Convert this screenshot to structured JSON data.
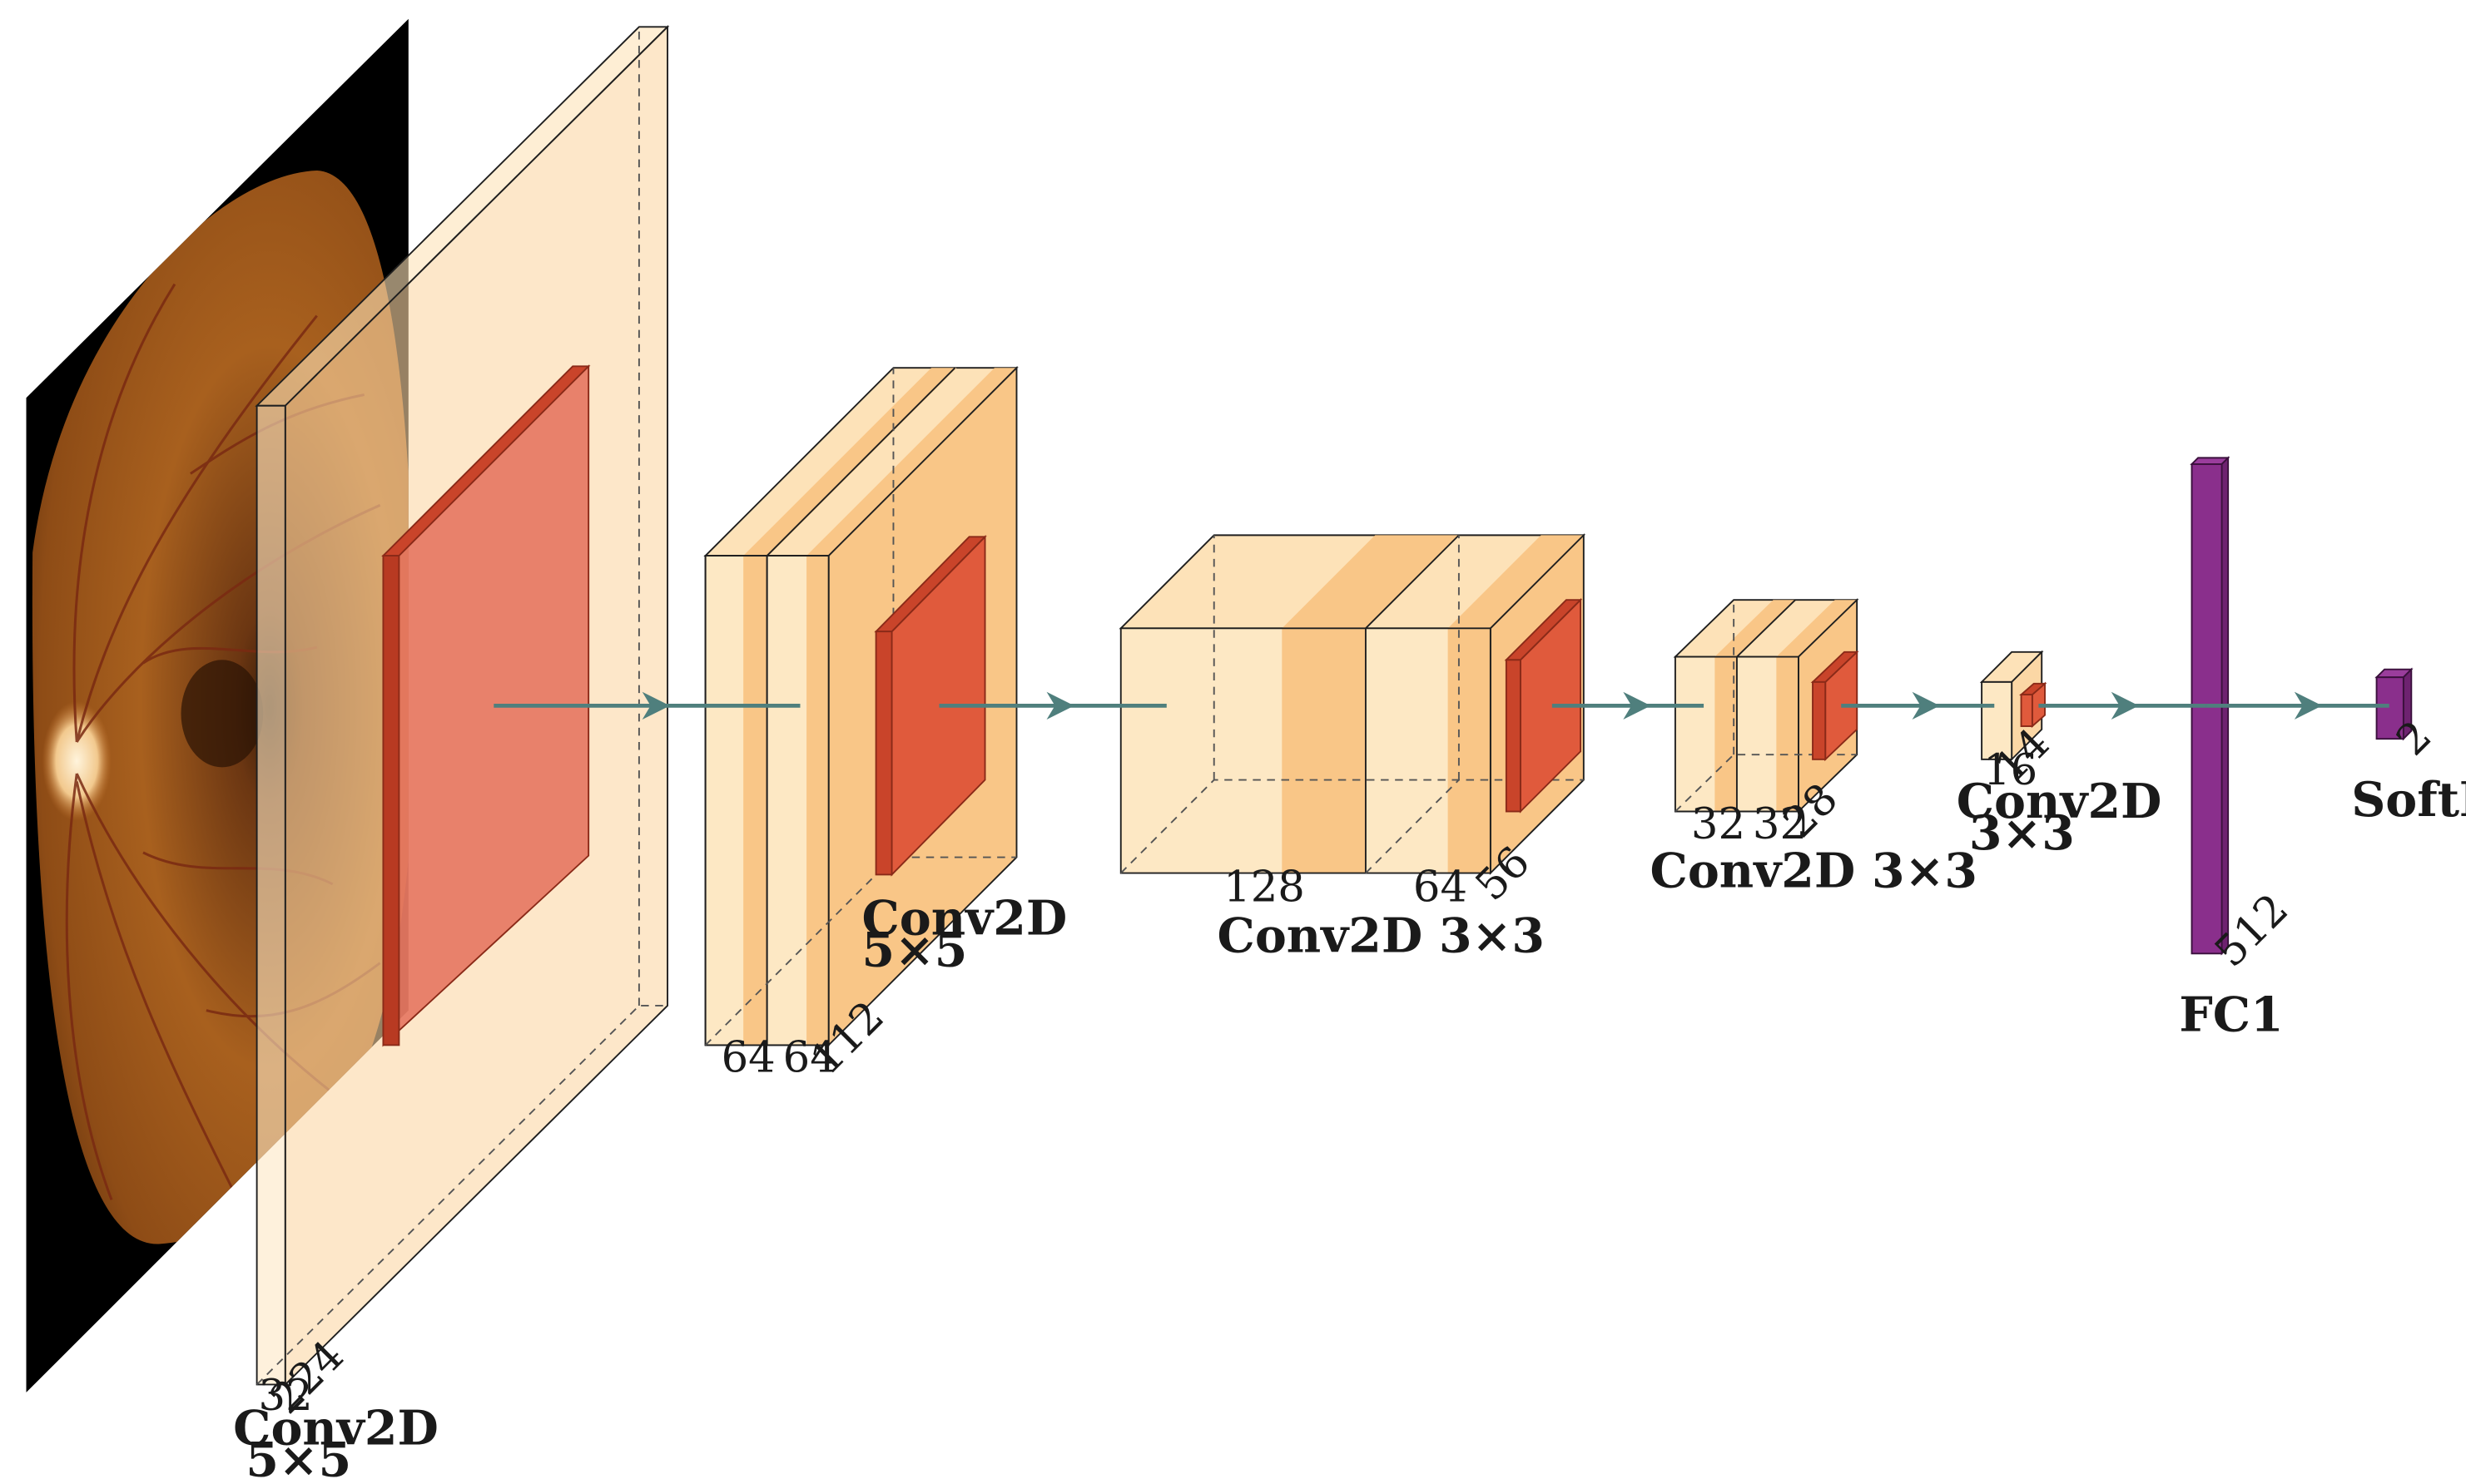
{
  "colors": {
    "conv_front": "#fde8c4",
    "conv_band": "#f9c687",
    "conv_side": "#fbd7a5",
    "conv_top": "#fde2b8",
    "kernel": "#e05a3c",
    "kernel_side": "#b83a22",
    "kernel_input": "#e46f5b",
    "fc": "#8a2f8c",
    "fc_side": "#6e2270",
    "arrow": "#4f7f7d",
    "edge": "#1f1f1f"
  },
  "image": {
    "name": "retinal-fundus-photograph",
    "icon": "fundus-image"
  },
  "layers": [
    {
      "name": "conv1",
      "label_l1": "Conv2D",
      "label_l2": "5×5",
      "dims": [
        "32",
        "224"
      ]
    },
    {
      "name": "conv2",
      "label_l1": "Conv2D",
      "label_l2": "5×5",
      "dims": [
        "64",
        "64",
        "112"
      ]
    },
    {
      "name": "conv3",
      "label_l1": "Conv2D 3×3",
      "dims": [
        "128",
        "64",
        "56"
      ]
    },
    {
      "name": "conv4",
      "label_l1": "Conv2D 3×3",
      "dims": [
        "32",
        "32",
        "28"
      ]
    },
    {
      "name": "conv5",
      "label_l1": "Conv2D",
      "label_l2": "3×3",
      "dims": [
        "16",
        "14"
      ]
    },
    {
      "name": "fc1",
      "label_l1": "FC1",
      "dims": [
        "512"
      ]
    },
    {
      "name": "softmax",
      "label_l1": "SoftMax",
      "dims": [
        "2"
      ]
    }
  ]
}
